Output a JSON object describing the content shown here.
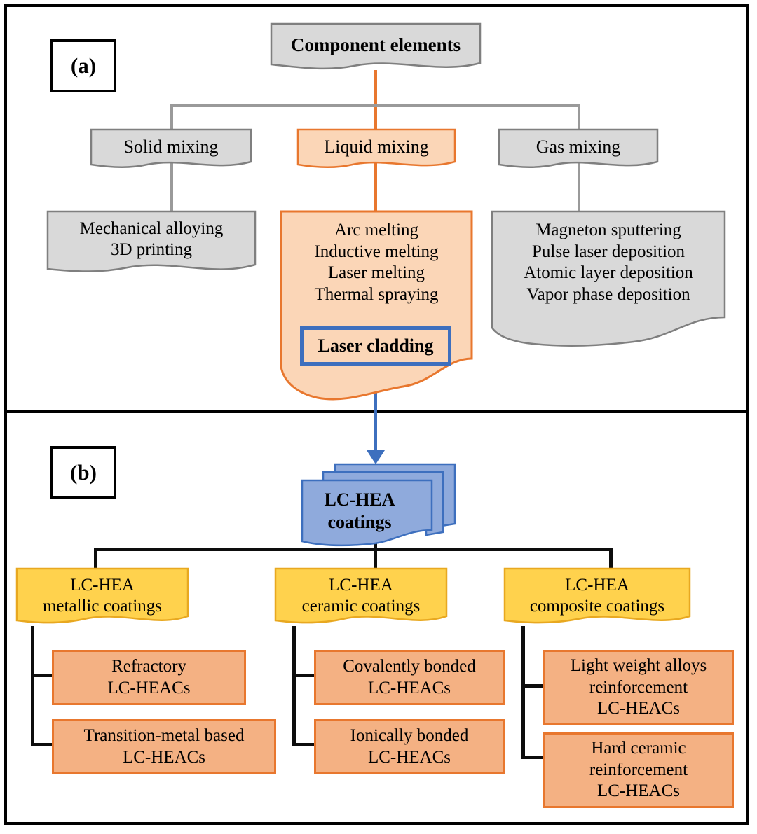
{
  "figure": {
    "panels": [
      {
        "tag": "(a)"
      },
      {
        "tag": "(b)"
      }
    ]
  },
  "panel_a": {
    "root": {
      "label": "Component elements"
    },
    "branches": [
      {
        "label": "Solid mixing"
      },
      {
        "label": "Liquid mixing"
      },
      {
        "label": "Gas mixing"
      }
    ],
    "solid_methods": "Mechanical  alloying\n3D printing",
    "liquid_methods": "Arc melting\nInductive melting\nLaser melting\nThermal spraying",
    "liquid_highlight": "Laser cladding",
    "gas_methods": "Magneton sputtering\nPulse laser deposition\nAtomic layer deposition\nVapor phase deposition"
  },
  "panel_b": {
    "root": {
      "label": "LC-HEA\ncoatings"
    },
    "categories": [
      {
        "label": "LC-HEA\nmetallic coatings",
        "children": [
          "Refractory\nLC-HEACs",
          "Transition-metal based\nLC-HEACs"
        ]
      },
      {
        "label": "LC-HEA\nceramic coatings",
        "children": [
          "Covalently bonded\nLC-HEACs",
          "Ionically bonded\nLC-HEACs"
        ]
      },
      {
        "label": "LC-HEA\ncomposite coatings",
        "children": [
          "Light weight alloys\nreinforcement\nLC-HEACs",
          "Hard ceramic\nreinforcement\nLC-HEACs"
        ]
      }
    ]
  },
  "colors": {
    "gray_fill": "#d9d9d9",
    "gray_stroke": "#7f7f7f",
    "orange_light_fill": "#fbd6b7",
    "orange_stroke": "#e8772e",
    "orange_dark_fill": "#f4b183",
    "blue_fill": "#8faadc",
    "blue_stroke": "#3d6fbe",
    "yellow_fill": "#ffd24d",
    "yellow_stroke": "#e8a820",
    "line_black": "#0d0d0d",
    "line_gray": "#9a9a9a"
  }
}
